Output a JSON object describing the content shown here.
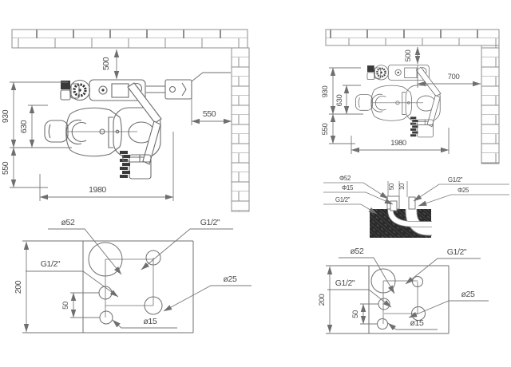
{
  "top_left_view": {
    "dim_500": "500",
    "dim_930": "930",
    "dim_630": "630",
    "dim_550_side": "550",
    "dim_550_wall": "550",
    "dim_1980": "1980"
  },
  "top_right_view": {
    "dim_500": "500",
    "dim_930": "930",
    "dim_630": "630",
    "dim_550_side": "550",
    "dim_700": "700",
    "dim_1980": "1980"
  },
  "section_detail": {
    "label_phi52": "Φ52",
    "label_phi15": "Φ15",
    "label_g12_left": "G1/2\"",
    "label_g12_right": "G1/2\"",
    "label_phi25": "Φ25",
    "dim_50": "50",
    "dim_10": "10"
  },
  "plan_left": {
    "label_dia52": "ø52",
    "label_g12_top": "G1/2\"",
    "label_g12_left": "G1/2\"",
    "label_dia25": "ø25",
    "label_dia15": "ø15",
    "dim_200": "200",
    "dim_50": "50"
  },
  "plan_right": {
    "label_dia52": "ø52",
    "label_g12_top": "G1/2\"",
    "label_g12_left": "G1/2\"",
    "label_dia25": "ø25",
    "label_dia15": "ø15",
    "dim_200": "200",
    "dim_50": "50"
  }
}
